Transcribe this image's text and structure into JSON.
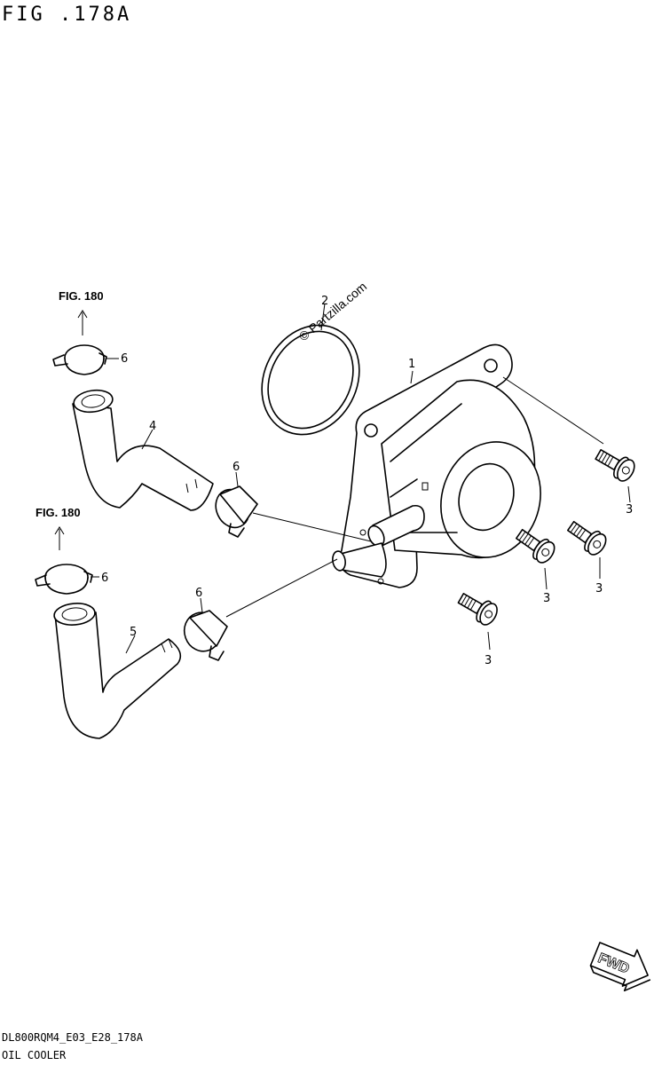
{
  "figure": {
    "title": "FIG .178A"
  },
  "watermark": {
    "text": "© Partzilla.com"
  },
  "references": {
    "upper": "FIG. 180",
    "lower": "FIG. 180"
  },
  "callouts": {
    "cooler": "1",
    "oring": "2",
    "bolt_a": "3",
    "bolt_b": "3",
    "bolt_c": "3",
    "bolt_d": "3",
    "hose_upper": "4",
    "hose_lower": "5",
    "clamp_top": "6",
    "clamp_mid_upper": "6",
    "clamp_mid_lower_left": "6",
    "clamp_mid_lower": "6"
  },
  "fwd": {
    "label": "FWD"
  },
  "footer": {
    "code": "DL800RQM4_E03_E28_178A",
    "name": "OIL COOLER"
  }
}
